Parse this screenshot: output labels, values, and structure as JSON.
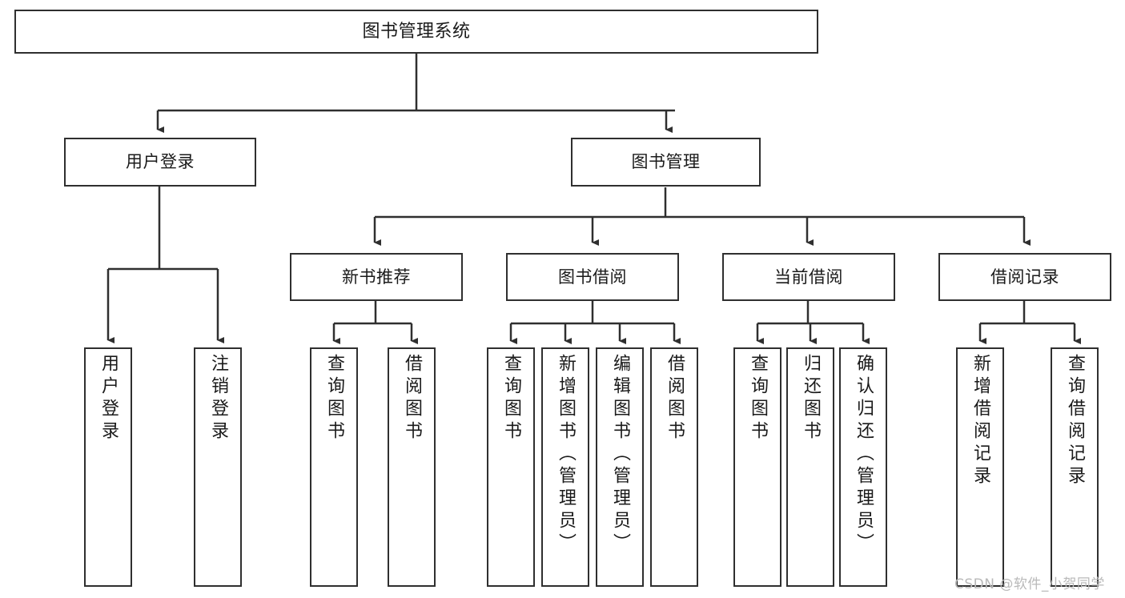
{
  "diagram": {
    "title": "图书管理系统",
    "type": "tree-hierarchy-chart",
    "orientation": "top-down",
    "root": {
      "id": "root",
      "label": "图书管理系统"
    },
    "level1": [
      {
        "id": "user-login",
        "label": "用户登录"
      },
      {
        "id": "book-manage",
        "label": "图书管理"
      }
    ],
    "level2": [
      {
        "id": "new-book-recommend",
        "label": "新书推荐",
        "parent": "book-manage"
      },
      {
        "id": "book-borrow",
        "label": "图书借阅",
        "parent": "book-manage"
      },
      {
        "id": "current-borrow",
        "label": "当前借阅",
        "parent": "book-manage"
      },
      {
        "id": "borrow-record",
        "label": "借阅记录",
        "parent": "book-manage"
      }
    ],
    "leaves": [
      {
        "id": "leaf-user-login",
        "label": "用户登录",
        "parent": "user-login"
      },
      {
        "id": "leaf-logout",
        "label": "注销登录",
        "parent": "user-login"
      },
      {
        "id": "leaf-query-book-1",
        "label": "查询图书",
        "parent": "new-book-recommend"
      },
      {
        "id": "leaf-borrow-book-1",
        "label": "借阅图书",
        "parent": "new-book-recommend"
      },
      {
        "id": "leaf-query-book-2",
        "label": "查询图书",
        "parent": "book-borrow"
      },
      {
        "id": "leaf-add-book",
        "label": "新增图书（管理员）",
        "parent": "book-borrow"
      },
      {
        "id": "leaf-edit-book",
        "label": "编辑图书（管理员）",
        "parent": "book-borrow"
      },
      {
        "id": "leaf-borrow-book-2",
        "label": "借阅图书",
        "parent": "book-borrow"
      },
      {
        "id": "leaf-query-book-3",
        "label": "查询图书",
        "parent": "current-borrow"
      },
      {
        "id": "leaf-return-book",
        "label": "归还图书",
        "parent": "current-borrow"
      },
      {
        "id": "leaf-confirm-return",
        "label": "确认归还（管理员）",
        "parent": "current-borrow"
      },
      {
        "id": "leaf-add-record",
        "label": "新增借阅记录",
        "parent": "borrow-record"
      },
      {
        "id": "leaf-query-record",
        "label": "查询借阅记录",
        "parent": "borrow-record"
      }
    ]
  },
  "watermark": {
    "text": "CSDN @软件_小贺同学"
  },
  "colors": {
    "box_border": "#2f2f2f",
    "box_fill": "#ffffff",
    "link": "#2f2f2f",
    "text": "#1a1a1a",
    "watermark": "#b9b9b9"
  }
}
